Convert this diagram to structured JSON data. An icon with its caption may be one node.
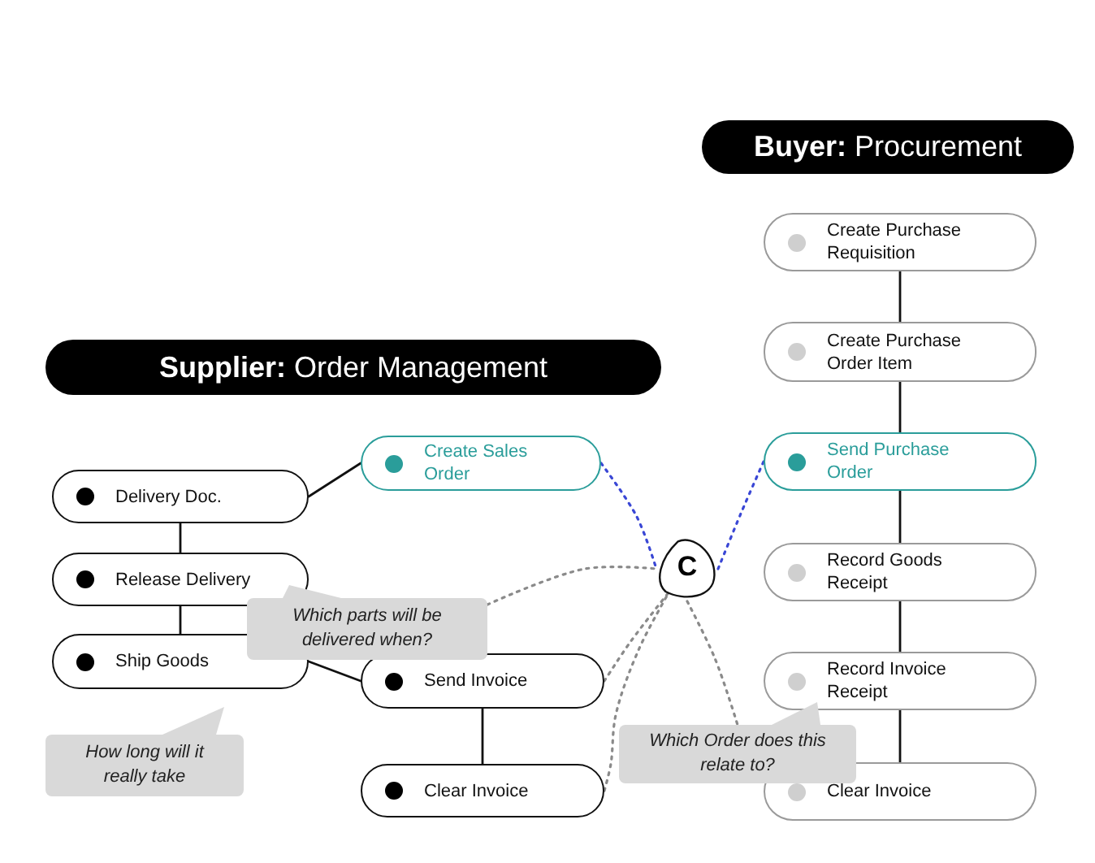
{
  "diagram": {
    "nodes": [
      {
        "text": [
          "**Supplier:** Order Management"
        ]
      },
      {
        "text": [
          "**Buyer:** Procurement"
        ]
      },
      {
        "text": [
          "Create Sales Order"
        ]
      },
      {
        "text": [
          "Delivery Doc."
        ]
      },
      {
        "text": [
          "Release Delivery"
        ]
      },
      {
        "text": [
          "Ship Goods"
        ]
      },
      {
        "text": [
          "Send Invoice"
        ]
      },
      {
        "text": [
          "Clear Invoice"
        ]
      },
      {
        "text": [
          "C"
        ]
      },
      {
        "text": [
          "Create Purchase Requisition"
        ]
      },
      {
        "text": [
          "Create Purchase Order Item"
        ]
      },
      {
        "text": [
          "Send Purchase Order"
        ]
      },
      {
        "text": [
          "Record Goods Receipt"
        ]
      },
      {
        "text": [
          "Record Invoice Receipt"
        ]
      },
      {
        "text": [
          "Clear Invoice"
        ]
      },
      {
        "text": [
          "Which parts will be delivered when?"
        ]
      },
      {
        "text": [
          "How long will it really take"
        ]
      },
      {
        "text": [
          "Which Order does this relate to?"
        ]
      }
    ],
    "edges": [
      {
        "from": 3,
        "to": 2,
        "arrow": "none"
      },
      {
        "from": 3,
        "to": 4,
        "arrow": "none"
      },
      {
        "from": 4,
        "to": 5,
        "arrow": "none"
      },
      {
        "from": 5,
        "to": 6,
        "arrow": "none"
      },
      {
        "from": 6,
        "to": 7,
        "arrow": "none"
      },
      {
        "from": 9,
        "to": 10,
        "arrow": "none"
      },
      {
        "from": 10,
        "to": 11,
        "arrow": "none"
      },
      {
        "from": 11,
        "to": 12,
        "arrow": "none"
      },
      {
        "from": 12,
        "to": 13,
        "arrow": "none"
      },
      {
        "from": 13,
        "to": 14,
        "arrow": "none"
      },
      {
        "from": 2,
        "to": 8,
        "arrow": "none",
        "style": "dashed",
        "color": "#3a47d5"
      },
      {
        "from": 8,
        "to": 11,
        "arrow": "none",
        "style": "dashed",
        "color": "#3a47d5"
      },
      {
        "from": 15,
        "to": 8,
        "arrow": "none",
        "style": "dashed",
        "color": "#8a8a8a"
      },
      {
        "from": 6,
        "to": 8,
        "arrow": "none",
        "style": "dashed",
        "color": "#8a8a8a"
      },
      {
        "from": 7,
        "to": 8,
        "arrow": "none",
        "style": "dashed",
        "color": "#8a8a8a"
      },
      {
        "from": 8,
        "to": 17,
        "arrow": "none",
        "style": "dashed",
        "color": "#8a8a8a"
      }
    ]
  }
}
